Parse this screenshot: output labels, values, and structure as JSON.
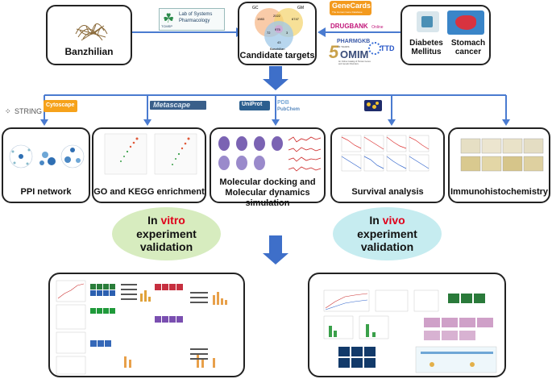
{
  "top": {
    "herb_label": "Banzhilian",
    "tcmsp_logo": "Lab of Systems Pharmacology",
    "tcmsp_small": "TCMSP",
    "candidate_label": "Candidate targets",
    "venn": {
      "a": "GC",
      "b": "GM",
      "c": "Rcb",
      "n1": "1983",
      "n2": "2022",
      "n3": "975",
      "n4": "6747",
      "n5": "72",
      "n6": "3",
      "n7": "43"
    },
    "venn_bottom": "Banzhilian",
    "disease1": "Diabetes\nMellitus",
    "disease2": "Stomach\ncancer",
    "db_logos": [
      "GeneCards",
      "DRUGBANK",
      "PHARMGKB",
      "OMIM",
      "TTD"
    ],
    "db_logo_extras": {
      "genecards_sub": "The Human Gene Database",
      "drugbank_sub": "Online",
      "omim_years": "50 YEARS",
      "omim_sub": "An Online Catalog of Human Genes and Genetic Disorders"
    }
  },
  "tools": {
    "string": "STRING",
    "cytoscape": "Cytoscape",
    "metascape": "Metascape",
    "uniprot": "UniProt",
    "pdb": "PDB",
    "pubchem": "PubChem"
  },
  "analyses": [
    {
      "label": "PPI network"
    },
    {
      "label": "GO and KEGG enrichment"
    },
    {
      "label": "Molecular docking and\nMolecular dynamics simulation"
    },
    {
      "label": "Survival analysis"
    },
    {
      "label": "Immunohistochemistry"
    }
  ],
  "validation": {
    "vitro_prefix": "In ",
    "vitro_word": "vitro",
    "vitro_rest": "experiment\nvalidation",
    "vivo_prefix": "In ",
    "vivo_word": "vivo",
    "vivo_rest": "experiment\nvalidation"
  },
  "colors": {
    "arrow": "#4a7bd0",
    "vitro_oval": "#d7ecbf",
    "vivo_oval": "#c6ecf0",
    "highlight": "#e0001b"
  }
}
